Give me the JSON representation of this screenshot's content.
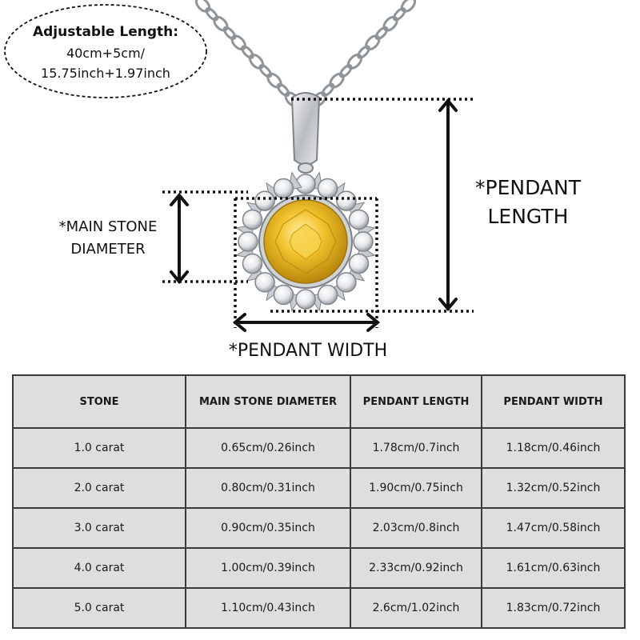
{
  "length_bubble": {
    "title": "Adjustable Length:",
    "line1": "40cm+5cm/",
    "line2": "15.75inch+1.97inch"
  },
  "labels": {
    "main_stone_line1": "*MAIN STONE",
    "main_stone_line2": "DIAMETER",
    "pendant_length_line1": "*PENDANT",
    "pendant_length_line2": "LENGTH",
    "pendant_width": "*PENDANT WIDTH"
  },
  "colors": {
    "main_stone": "#e8b520",
    "metal": "#c8ccd0",
    "table_bg": "#dedede",
    "table_border": "#3a3a3a"
  },
  "table": {
    "headers": [
      "STONE",
      "MAIN STONE DIAMETER",
      "PENDANT LENGTH",
      "PENDANT WIDTH"
    ],
    "rows": [
      [
        "1.0 carat",
        "0.65cm/0.26inch",
        "1.78cm/0.7inch",
        "1.18cm/0.46inch"
      ],
      [
        "2.0 carat",
        "0.80cm/0.31inch",
        "1.90cm/0.75inch",
        "1.32cm/0.52inch"
      ],
      [
        "3.0 carat",
        "0.90cm/0.35inch",
        "2.03cm/0.8inch",
        "1.47cm/0.58inch"
      ],
      [
        "4.0 carat",
        "1.00cm/0.39inch",
        "2.33cm/0.92inch",
        "1.61cm/0.63inch"
      ],
      [
        "5.0 carat",
        "1.10cm/0.43inch",
        "2.6cm/1.02inch",
        "1.83cm/0.72inch"
      ]
    ]
  }
}
